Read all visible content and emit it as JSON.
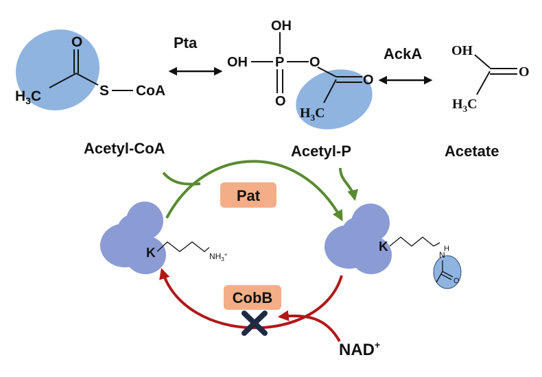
{
  "colors": {
    "highlight": "#8fb4e0",
    "protein": "#8b9bd4",
    "acetylation_arrow": "#5a8a32",
    "deacetylation_arrow": "#b01818",
    "enzyme_box": "#f4ae87",
    "block_x": "#1f2a44"
  },
  "reactions": {
    "pta_label": "Pta",
    "acka_label": "AckA"
  },
  "molecules": {
    "acetyl_coa": {
      "name": "Acetyl-CoA",
      "atoms": {
        "o": "O",
        "s": "S",
        "coa": "CoA",
        "ch3_h": "H",
        "ch3_sub": "3",
        "ch3_c": "C"
      }
    },
    "acetyl_p": {
      "name": "Acetyl-P",
      "atoms": {
        "oh_top": "OH",
        "oh_left": "OH",
        "p": "P",
        "o_bottom": "O",
        "o_ester": "O",
        "o_carbonyl": "O",
        "ch3_h": "H",
        "ch3_sub": "3",
        "ch3_c": "C"
      }
    },
    "acetate": {
      "name": "Acetate",
      "atoms": {
        "oh": "OH",
        "o": "O",
        "ch3_h": "H",
        "ch3_sub": "3",
        "ch3_c": "C"
      }
    }
  },
  "cycle": {
    "acetylation_enzyme": "Pat",
    "deacetylation_enzyme": "CobB",
    "cofactor_base": "NAD",
    "cofactor_charge": "+",
    "left_protein": {
      "lysine": "K",
      "amine_group": "NH",
      "amine_sub": "3",
      "amine_charge": "+"
    },
    "right_protein": {
      "lysine": "K",
      "nitrogen": "N",
      "hydrogen": "H",
      "oxygen": "O"
    }
  }
}
